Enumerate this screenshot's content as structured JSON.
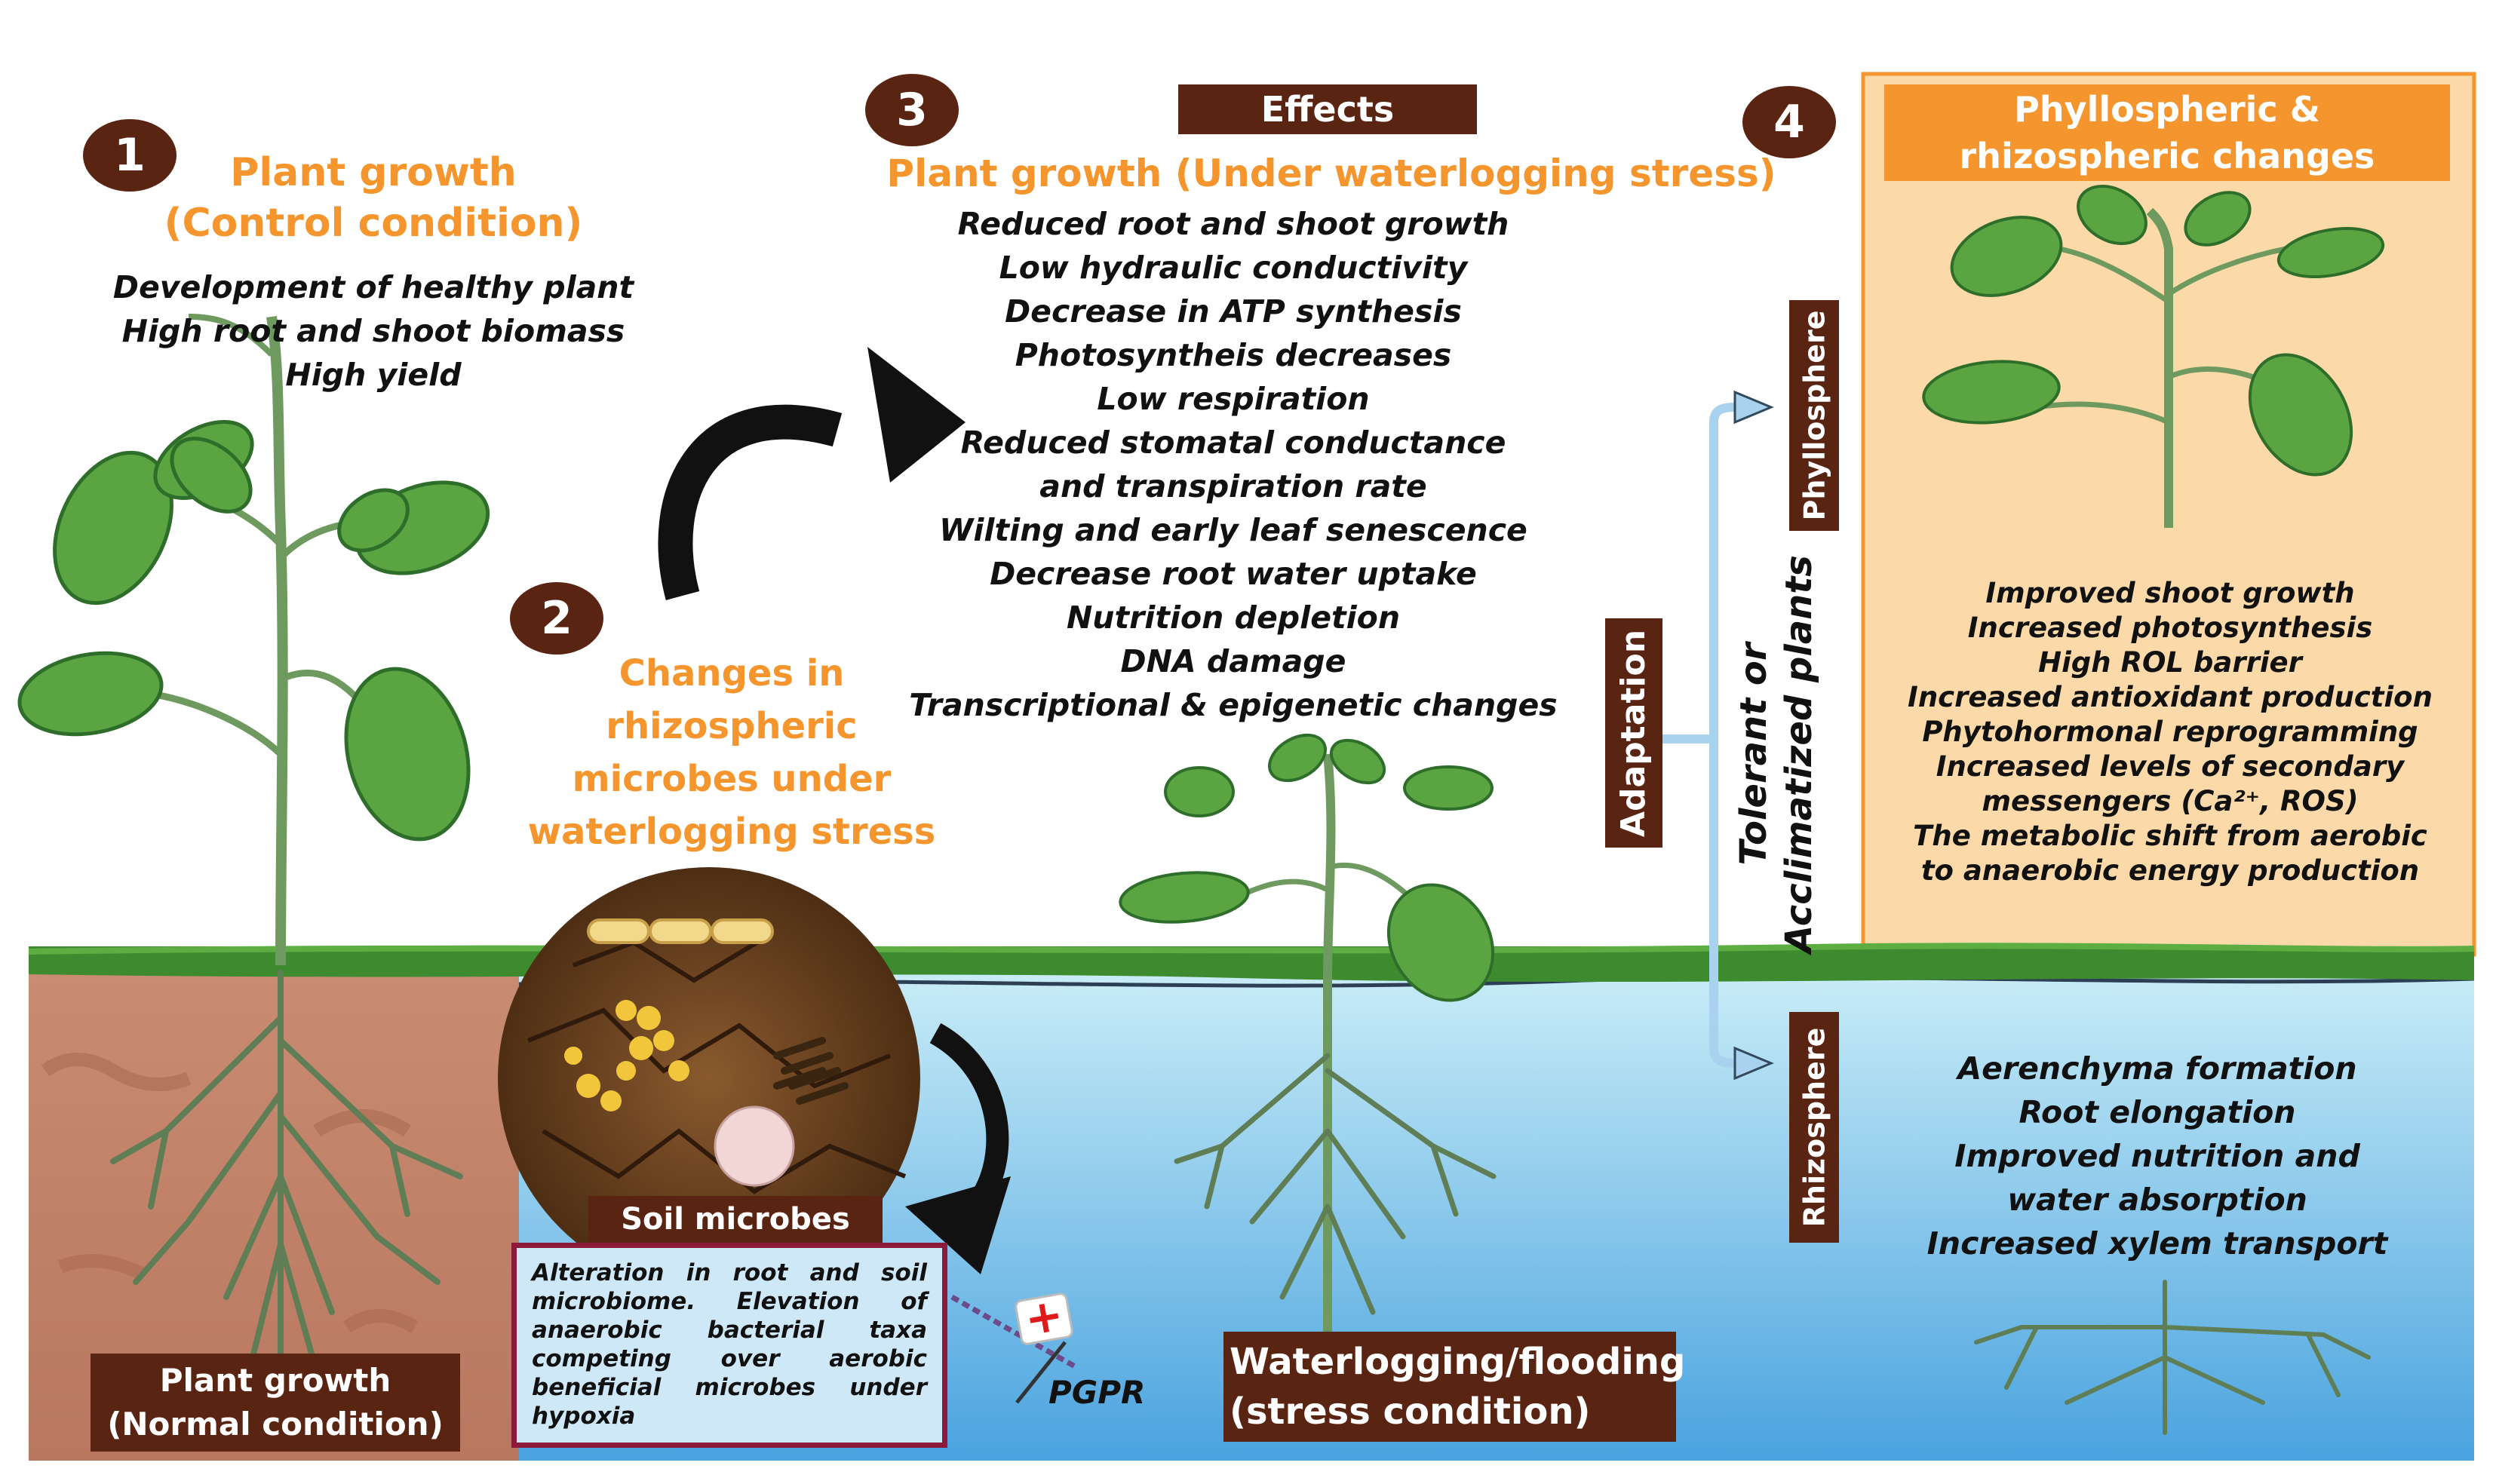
{
  "colors": {
    "brown": "#5a2412",
    "orange": "#f4952d",
    "panel_peach": "#fbd9a8",
    "soil": "#c98b72",
    "grass": "#3e8a2e",
    "water_top": "#bfe6f4",
    "water_bottom": "#4da6e0",
    "leaf": "#5aa442",
    "leaf_dark": "#2f6e2a",
    "stem": "#6e9a60",
    "maroon_border": "#8b1a3a",
    "arrow_blue": "#a9d2ee"
  },
  "section1": {
    "number": "1",
    "title_line1": "Plant growth",
    "title_line2": "(Control condition)",
    "items": [
      "Development of healthy plant",
      "High root and shoot biomass",
      "High yield"
    ],
    "bottom_label_line1": "Plant growth",
    "bottom_label_line2": "(Normal condition)"
  },
  "section2": {
    "number": "2",
    "title_lines": [
      "Changes in",
      "rhizospheric",
      "microbes under",
      "waterlogging stress"
    ],
    "soil_label": "Soil microbes",
    "description": "Alteration in root and soil microbiome. Elevation of anaerobic bacterial taxa competing over aerobic beneficial microbes under hypoxia",
    "pgpr_label": "PGPR",
    "pgpr_cross": "+"
  },
  "section3": {
    "number": "3",
    "header_label": "Effects",
    "title": "Plant growth (Under waterlogging stress)",
    "items": [
      "Reduced root and shoot growth",
      "Low hydraulic conductivity",
      "Decrease in ATP synthesis",
      "Photosyntheis decreases",
      "Low respiration",
      "Reduced stomatal conductance",
      "and transpiration rate",
      "Wilting and early leaf senescence",
      "Decrease root water uptake",
      "Nutrition depletion",
      "DNA damage",
      "Transcriptional & epigenetic changes"
    ],
    "bottom_label_line1": "Waterlogging/flooding",
    "bottom_label_line2": "(stress condition)"
  },
  "section4": {
    "number": "4",
    "header_line1": "Phyllospheric &",
    "header_line2": "rhizospheric changes",
    "adaptation_label": "Adaptation",
    "tolerant_line1": "Tolerant or",
    "tolerant_line2": "Acclimatized plants",
    "phyllosphere_label": "Phyllosphere",
    "rhizosphere_label": "Rhizosphere",
    "shoot_items": [
      "Improved shoot growth",
      "Increased photosynthesis",
      "High ROL barrier",
      "Increased antioxidant production",
      "Phytohormonal reprogramming",
      "Increased levels of secondary",
      "messengers (Ca²⁺, ROS)",
      "The metabolic shift from aerobic",
      "to anaerobic energy production"
    ],
    "root_items": [
      "Aerenchyma formation",
      "Root elongation",
      "Improved nutrition and",
      "water absorption",
      "Increased xylem transport"
    ]
  }
}
